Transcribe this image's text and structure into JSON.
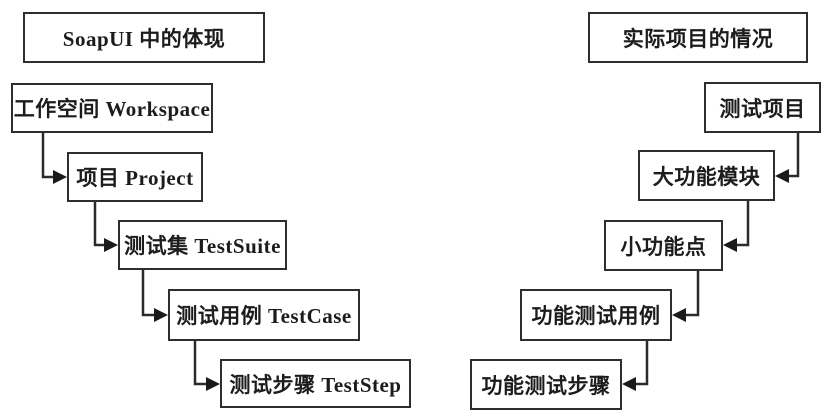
{
  "diagram": {
    "title": "SoapUI concept mapping diagram",
    "colors": {
      "border": "#2e2e2e",
      "line": "#2b2b2b",
      "arrowhead": "#1a1a1a",
      "background": "#ffffff",
      "text": "#1c1c1c"
    },
    "left": {
      "header": "SoapUI 中的体现",
      "nodes": [
        "工作空间 Workspace",
        "项目 Project",
        "测试集 TestSuite",
        "测试用例 TestCase",
        "测试步骤 TestStep"
      ]
    },
    "right": {
      "header": "实际项目的情况",
      "nodes": [
        "测试项目",
        "大功能模块",
        "小功能点",
        "功能测试用例",
        "功能测试步骤"
      ]
    }
  }
}
